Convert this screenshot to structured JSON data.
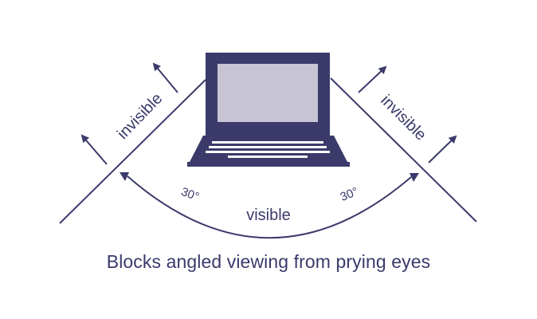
{
  "labels": {
    "invisible_left": "invisible",
    "invisible_right": "invisible",
    "visible": "visible",
    "angle_left": "30°",
    "angle_right": "30°"
  },
  "caption": "Blocks angled viewing from prying eyes",
  "colors": {
    "ink": "#3b3a6b",
    "screen": "#c7c5d4",
    "background": "#ffffff"
  }
}
